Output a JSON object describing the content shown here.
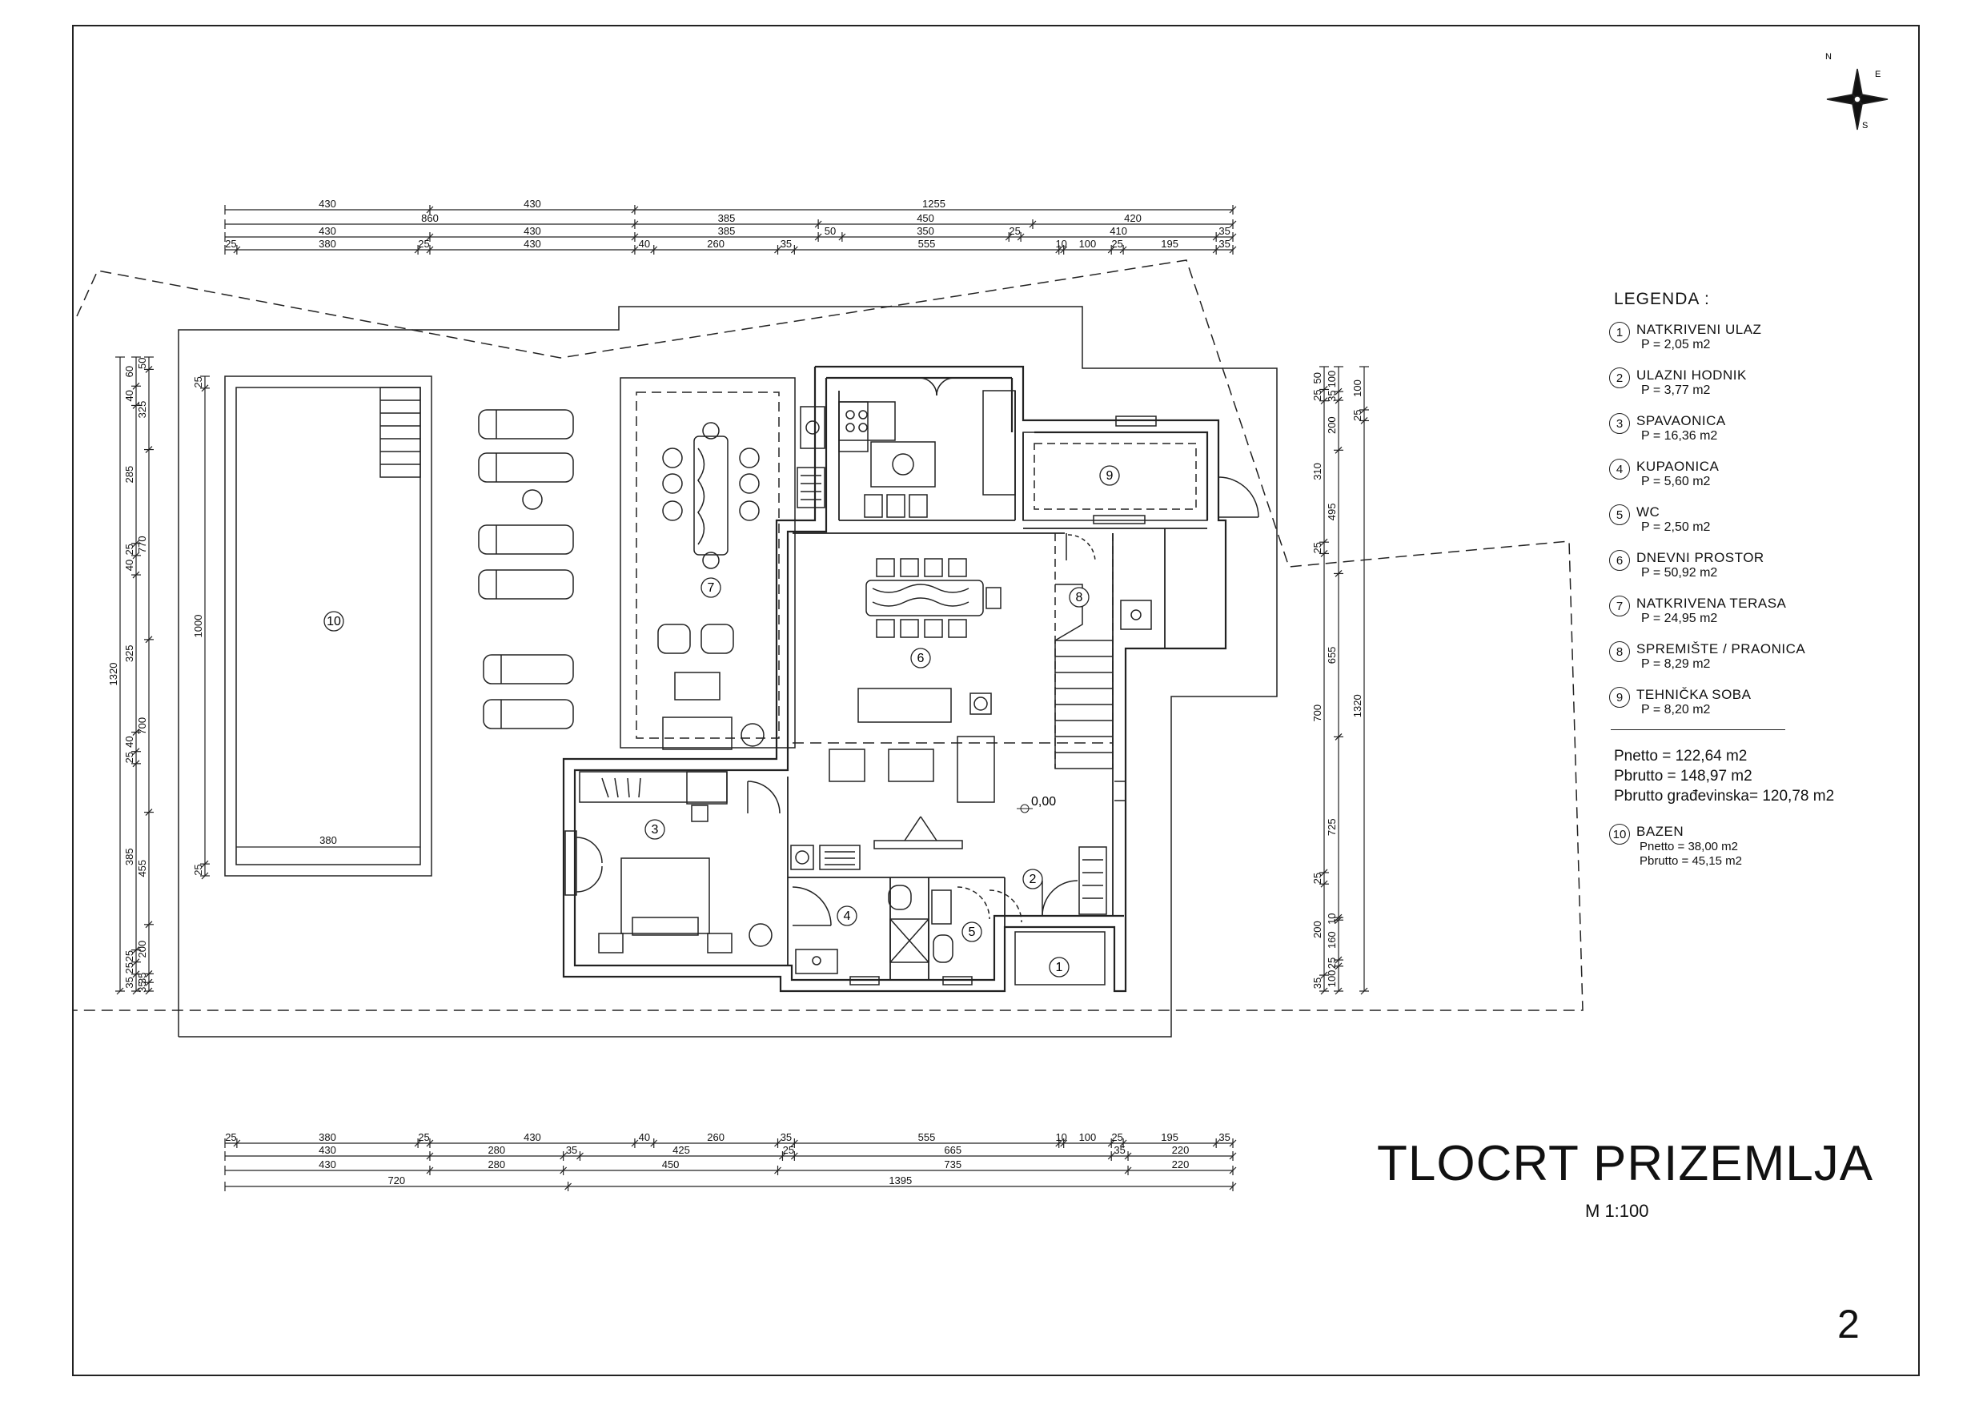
{
  "plan": {
    "title": "TLOCRT PRIZEMLJA",
    "scale": "M 1:100",
    "page_number": "2",
    "elevation_mark": "0,00",
    "compass_letters": [
      "N",
      "E",
      "S"
    ]
  },
  "legend": {
    "title": "LEGENDA :",
    "rooms": [
      {
        "number": "1",
        "name": "NATKRIVENI ULAZ",
        "area": "P = 2,05 m2"
      },
      {
        "number": "2",
        "name": "ULAZNI HODNIK",
        "area": "P = 3,77 m2"
      },
      {
        "number": "3",
        "name": "SPAVAONICA",
        "area": "P = 16,36 m2"
      },
      {
        "number": "4",
        "name": "KUPAONICA",
        "area": "P = 5,60 m2"
      },
      {
        "number": "5",
        "name": "WC",
        "area": "P = 2,50 m2"
      },
      {
        "number": "6",
        "name": "DNEVNI PROSTOR",
        "area": "P = 50,92 m2"
      },
      {
        "number": "7",
        "name": "NATKRIVENA TERASA",
        "area": "P = 24,95 m2"
      },
      {
        "number": "8",
        "name": "SPREMIŠTE / PRAONICA",
        "area": "P = 8,29 m2"
      },
      {
        "number": "9",
        "name": "TEHNIČKA SOBA",
        "area": "P = 8,20 m2"
      }
    ],
    "summary": {
      "pnetto": "Pnetto = 122,64 m2",
      "pbrutto": "Pbrutto = 148,97 m2",
      "pbrutto_gradevinska": "Pbrutto građevinska= 120,78 m2"
    },
    "pool": {
      "number": "10",
      "name": "BAZEN",
      "pnetto": "Pnetto = 38,00 m2",
      "pbrutto": "Pbrutto = 45,15 m2"
    }
  },
  "dimensions": {
    "top": [
      [
        "430",
        "430",
        "1255"
      ],
      [
        "860",
        "385",
        "450",
        "420"
      ],
      [
        "430",
        "430",
        "385",
        "50",
        "350",
        "25",
        "410",
        "35"
      ],
      [
        "25",
        "380",
        "25",
        "430",
        "40",
        "260",
        "35",
        "555",
        "10",
        "100",
        "25",
        "195",
        "35"
      ]
    ],
    "bottom": [
      [
        "25",
        "380",
        "25",
        "430",
        "40",
        "260",
        "35",
        "555",
        "10",
        "100",
        "25",
        "195",
        "35"
      ],
      [
        "430",
        "280",
        "35",
        "425",
        "25",
        "665",
        "35",
        "220"
      ],
      [
        "430",
        "280",
        "450",
        "735",
        "220"
      ],
      [
        "720",
        "1395"
      ]
    ],
    "left": [
      [
        "60",
        "40",
        "285",
        "25",
        "40",
        "325",
        "40",
        "25",
        "385",
        "25",
        "25",
        "35"
      ],
      [
        "50",
        "325",
        "770",
        "700",
        "455",
        "200",
        "35",
        "35"
      ],
      [
        "1320"
      ],
      [
        "25",
        "1000",
        "25"
      ]
    ],
    "right": [
      [
        "50",
        "25",
        "310",
        "25",
        "700",
        "25",
        "200",
        "35"
      ],
      [
        "100",
        "35",
        "200",
        "495",
        "655",
        "725",
        "10",
        "160",
        "25",
        "100"
      ],
      [
        "100",
        "25",
        "1320"
      ]
    ],
    "pool_inner": "380"
  }
}
